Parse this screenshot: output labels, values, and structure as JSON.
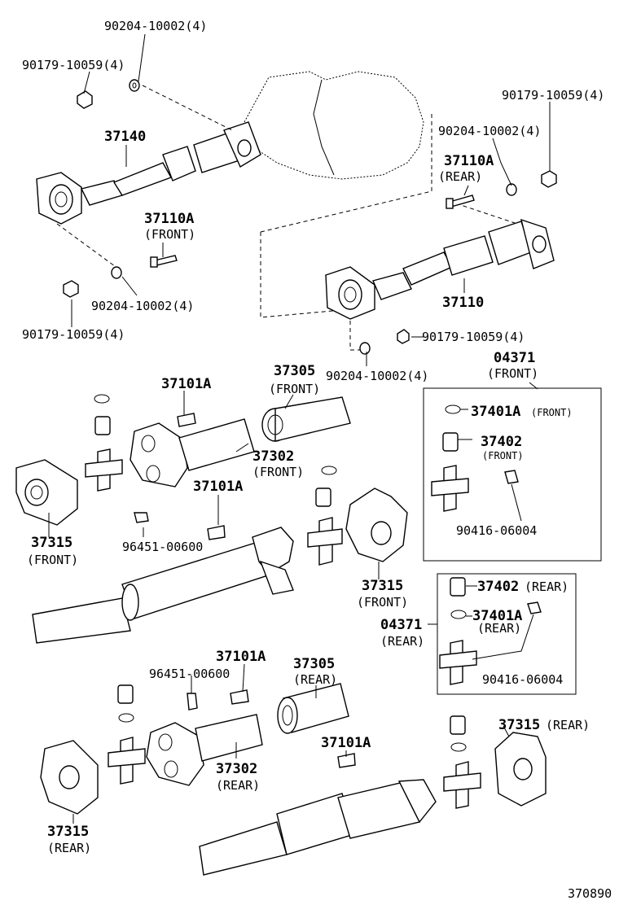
{
  "labels": {
    "p90204_top": "90204-10002(4)",
    "p90179_topleft": "90179-10059(4)",
    "p37140": "37140",
    "p90179_topright": "90179-10059(4)",
    "p90204_right": "90204-10002(4)",
    "p37110a_rear": "37110A",
    "p37110a_rear_note": "(REAR)",
    "p37110a_front": "37110A",
    "p37110a_front_note": "(FRONT)",
    "p90204_left": "90204-10002(4)",
    "p90179_left": "90179-10059(4)",
    "p37110": "37110",
    "p90179_mid": "90179-10059(4)",
    "p90204_mid": "90204-10002(4)",
    "p04371_front": "04371",
    "p04371_front_note": "(FRONT)",
    "p37101a_1": "37101A",
    "p37305_front": "37305",
    "p37305_front_note": "(FRONT)",
    "p37401a_front": "37401A",
    "p37401a_front_note": "(FRONT)",
    "p37402_front": "37402",
    "p37402_front_note": "(FRONT)",
    "p37302_front": "37302",
    "p37302_front_note": "(FRONT)",
    "p37101a_2": "37101A",
    "p96451_1": "96451-00600",
    "p90416_front": "90416-06004",
    "p37315_front_left": "37315",
    "p37315_front_left_note": "(FRONT)",
    "p37315_front_mid": "37315",
    "p37315_front_mid_note": "(FRONT)",
    "p37402_rear": "37402",
    "p37402_rear_note": "(REAR)",
    "p37401a_rear": "37401A",
    "p37401a_rear_note": "(REAR)",
    "p04371_rear": "04371",
    "p04371_rear_note": "(REAR)",
    "p90416_rear": "90416-06004",
    "p37101a_3": "37101A",
    "p96451_2": "96451-00600",
    "p37305_rear": "37305",
    "p37305_rear_note": "(REAR)",
    "p37315_rear_right": "37315",
    "p37315_rear_right_note": "(REAR)",
    "p37101a_4": "37101A",
    "p37302_rear": "37302",
    "p37302_rear_note": "(REAR)",
    "p37315_rear_left": "37315",
    "p37315_rear_left_note": "(REAR)",
    "diagram_id": "370890"
  }
}
